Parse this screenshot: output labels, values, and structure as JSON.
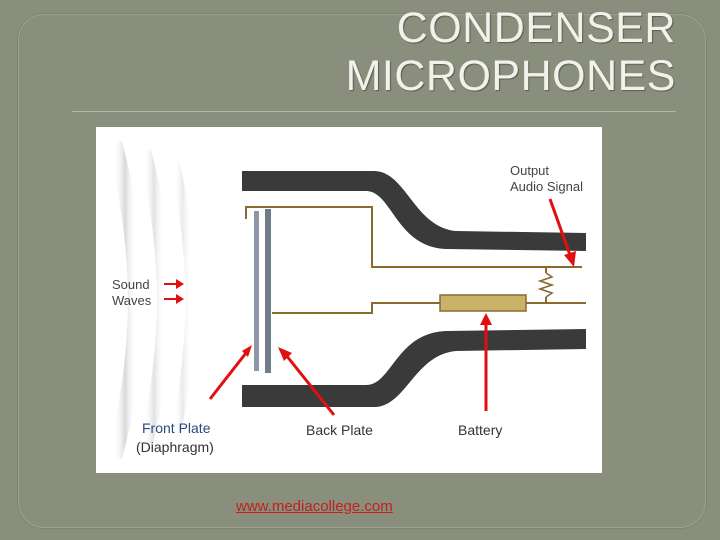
{
  "slide": {
    "title_line1": "CONDENSER",
    "title_line2": "MICROPHONES"
  },
  "diagram": {
    "labels": {
      "output": "Output",
      "audio_signal": "Audio Signal",
      "sound": "Sound",
      "waves": "Waves",
      "front_plate": "Front Plate",
      "diaphragm": "(Diaphragm)",
      "back_plate": "Back Plate",
      "battery": "Battery"
    },
    "colors": {
      "body": "#3a3a3a",
      "wire": "#8a6a2f",
      "arrow": "#e01010",
      "battery": "#c9b26a",
      "plate": "#8b98a3"
    }
  },
  "source_link": "www.mediacollege.com"
}
